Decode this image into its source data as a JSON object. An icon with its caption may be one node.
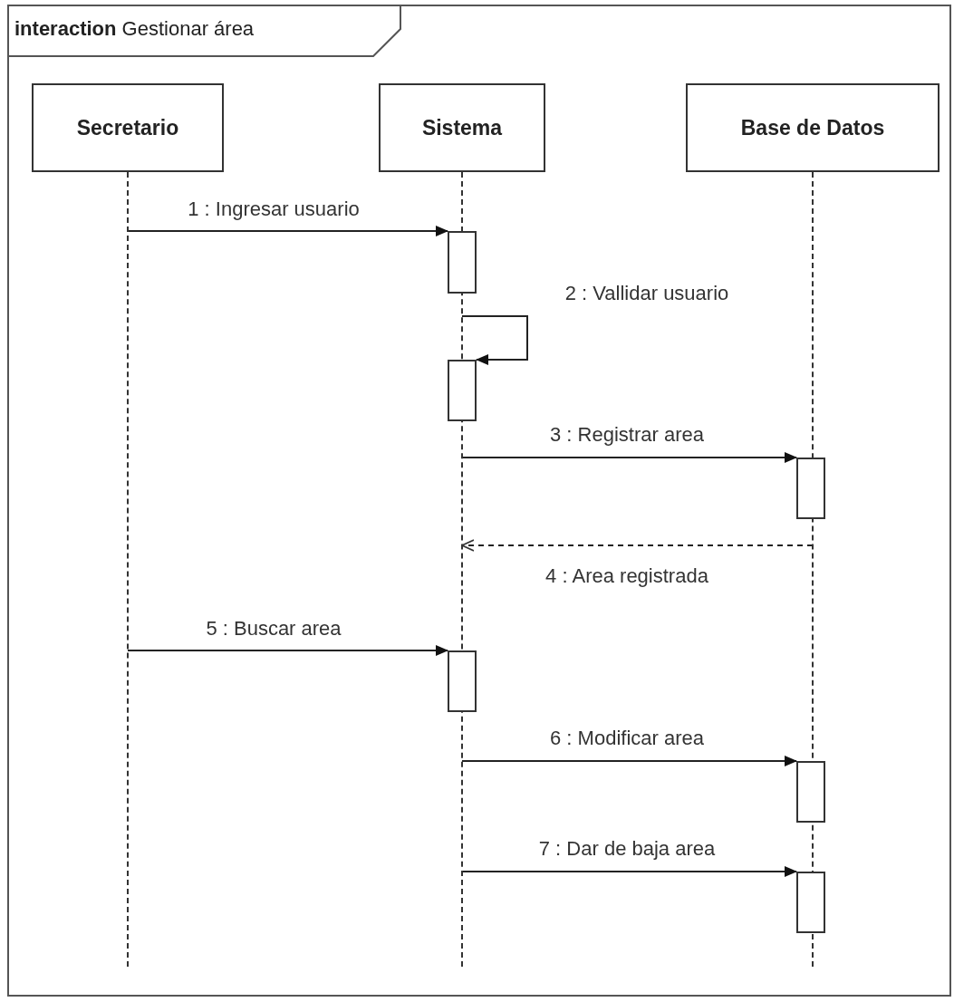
{
  "diagram": {
    "nodes": [
      {
        "text": [
          "**interaction** Gestionar área"
        ]
      },
      {
        "text": [
          "Secretario"
        ],
        "in": 0
      },
      {
        "text": [
          "Sistema"
        ],
        "in": 0
      },
      {
        "text": [
          "Base de Datos"
        ],
        "in": 0
      },
      {
        "text": [],
        "shape": "line",
        "in": 0
      },
      {
        "text": [],
        "shape": "line",
        "in": 0
      },
      {
        "text": [],
        "shape": "line",
        "in": 0
      },
      {
        "text": [],
        "shape": "bar",
        "in": 0
      },
      {
        "text": [],
        "shape": "bar",
        "in": 0
      },
      {
        "text": [],
        "shape": "bar",
        "in": 0
      },
      {
        "text": [],
        "shape": "bar",
        "in": 0
      },
      {
        "text": [],
        "shape": "bar",
        "in": 0
      },
      {
        "text": [],
        "shape": "bar",
        "in": 0
      }
    ],
    "edges": [
      {
        "from": 4,
        "to": 7,
        "arrow": "to",
        "label": "1 : Ingresar usuario"
      },
      {
        "from": 5,
        "to": 8,
        "arrow": "to",
        "label": "2 : Vallidar usuario"
      },
      {
        "from": 5,
        "to": 9,
        "arrow": "to",
        "label": "3 : Registrar area"
      },
      {
        "from": 6,
        "to": 5,
        "arrow": "to",
        "label": "4 : Area registrada",
        "style": "dashed"
      },
      {
        "from": 4,
        "to": 10,
        "arrow": "to",
        "label": "5 : Buscar area"
      },
      {
        "from": 5,
        "to": 11,
        "arrow": "to",
        "label": "6 : Modificar area"
      },
      {
        "from": 5,
        "to": 12,
        "arrow": "to",
        "label": "7 : Dar de baja area"
      }
    ]
  }
}
